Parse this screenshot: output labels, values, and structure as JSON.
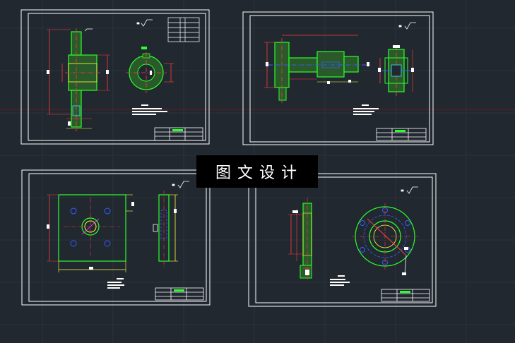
{
  "watermark": {
    "text": "图文设计"
  },
  "colors": {
    "background": "#212830",
    "grid": "#2a323b",
    "sheet_border": "#ffffff",
    "red": "#ff3b3b",
    "green": "#2bff2b",
    "yellow": "#ffff40",
    "cyan": "#40e0ff",
    "blue": "#3a5bff",
    "magenta": "#ff40ff",
    "crosshair": "#6a1c1c"
  },
  "drawing_sheets": [
    {
      "name": "sheet-top-left"
    },
    {
      "name": "sheet-top-right"
    },
    {
      "name": "sheet-bottom-left"
    },
    {
      "name": "sheet-bottom-right"
    }
  ]
}
